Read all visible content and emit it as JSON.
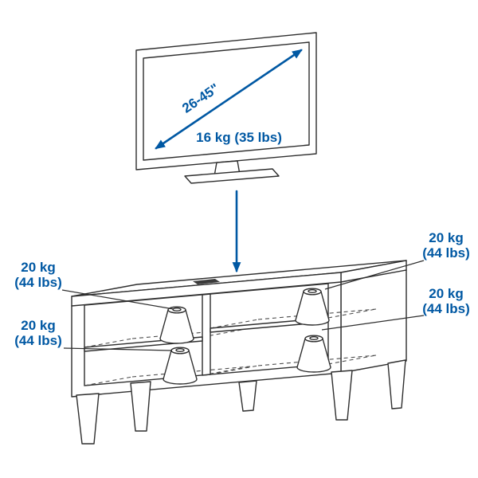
{
  "colors": {
    "accent_blue": "#0058a3"
  },
  "tv": {
    "screen_size_range": "26-45\"",
    "max_weight": "16 kg (35 lbs)"
  },
  "bench": {
    "shelf_loads": [
      {
        "position": "left-top",
        "kg": "20 kg",
        "lbs": "(44 lbs)"
      },
      {
        "position": "left-bottom",
        "kg": "20 kg",
        "lbs": "(44 lbs)"
      },
      {
        "position": "right-top",
        "kg": "20 kg",
        "lbs": "(44 lbs)"
      },
      {
        "position": "right-bottom",
        "kg": "20 kg",
        "lbs": "(44 lbs)"
      }
    ]
  }
}
